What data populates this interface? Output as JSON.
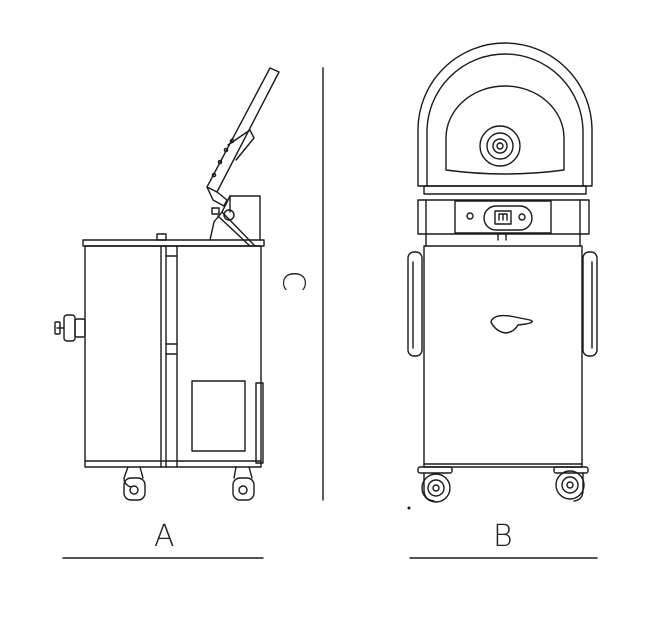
{
  "labels": {
    "width": "A",
    "depth": "B",
    "height": "C"
  },
  "colors": {
    "line": "#1a1a1a",
    "background": "#ffffff"
  }
}
